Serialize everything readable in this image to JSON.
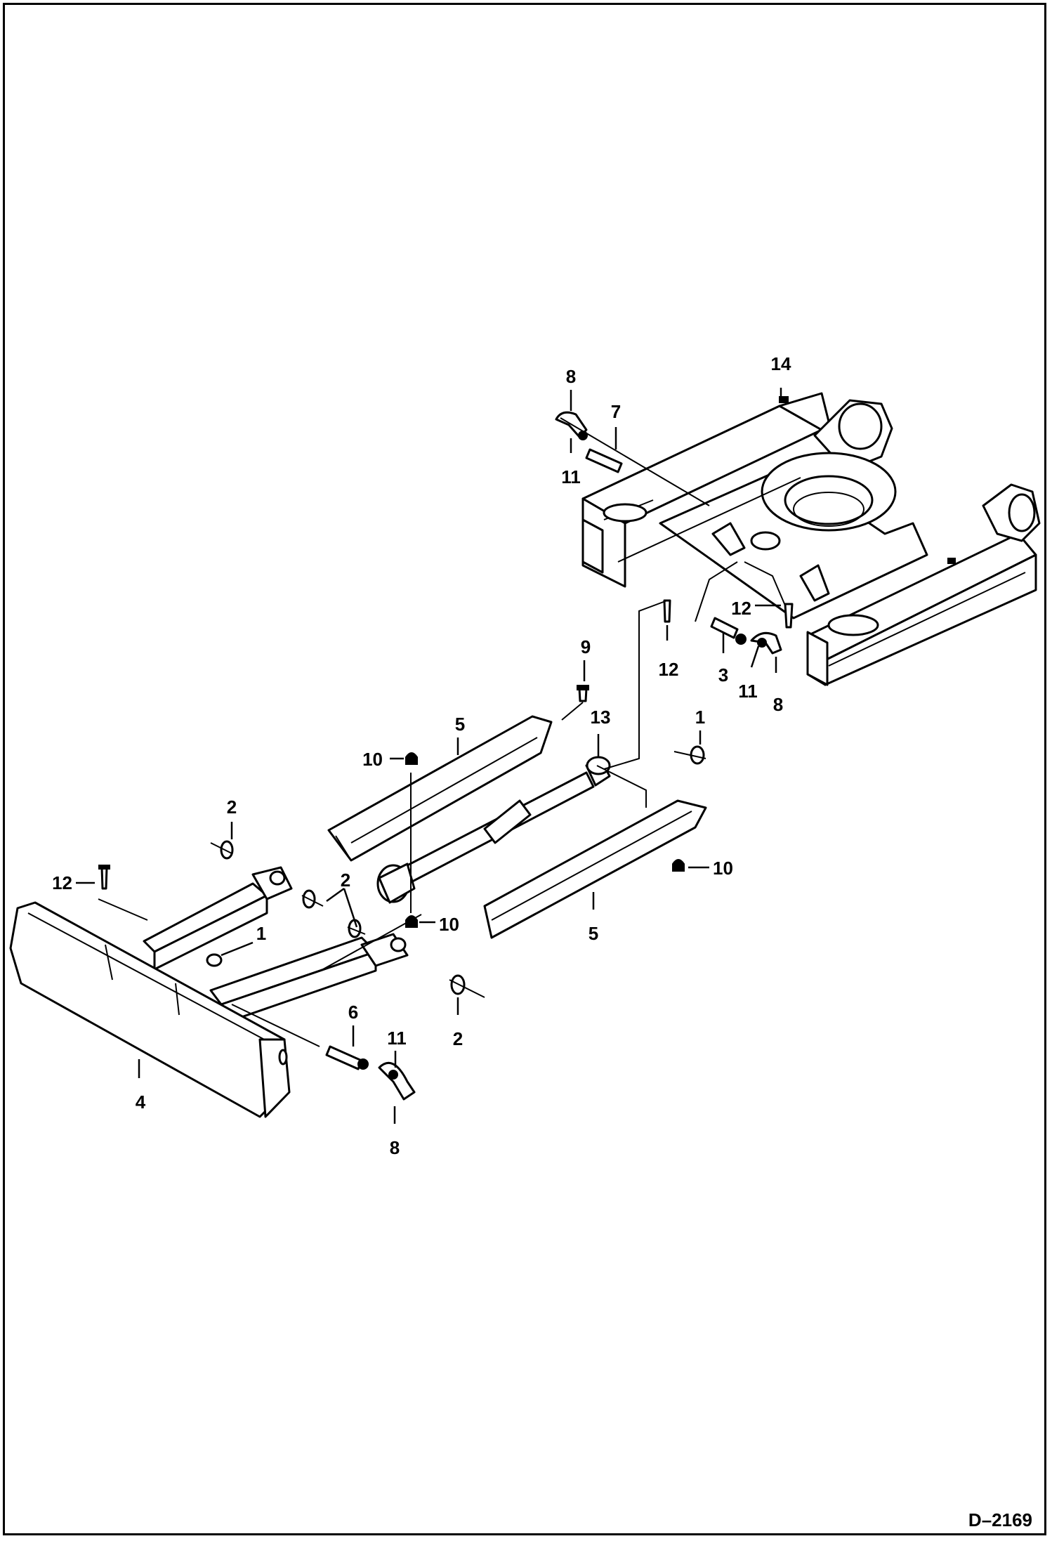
{
  "figure": {
    "id": "D–2169",
    "callouts": [
      {
        "key": "c14",
        "text": "14"
      },
      {
        "key": "c8a",
        "text": "8"
      },
      {
        "key": "c7",
        "text": "7"
      },
      {
        "key": "c11a",
        "text": "11"
      },
      {
        "key": "c12a",
        "text": "12"
      },
      {
        "key": "c12b",
        "text": "12"
      },
      {
        "key": "c3",
        "text": "3"
      },
      {
        "key": "c11b",
        "text": "11"
      },
      {
        "key": "c8b",
        "text": "8"
      },
      {
        "key": "c9",
        "text": "9"
      },
      {
        "key": "c13",
        "text": "13"
      },
      {
        "key": "c1a",
        "text": "1"
      },
      {
        "key": "c5a",
        "text": "5"
      },
      {
        "key": "c10a",
        "text": "10"
      },
      {
        "key": "c10b",
        "text": "10"
      },
      {
        "key": "c10c",
        "text": "10"
      },
      {
        "key": "c5b",
        "text": "5"
      },
      {
        "key": "c2a",
        "text": "2"
      },
      {
        "key": "c2b",
        "text": "2"
      },
      {
        "key": "c2c",
        "text": "2"
      },
      {
        "key": "c12c",
        "text": "12"
      },
      {
        "key": "c1b",
        "text": "1"
      },
      {
        "key": "c6",
        "text": "6"
      },
      {
        "key": "c11c",
        "text": "11"
      },
      {
        "key": "c4",
        "text": "4"
      },
      {
        "key": "c8c",
        "text": "8"
      }
    ]
  }
}
